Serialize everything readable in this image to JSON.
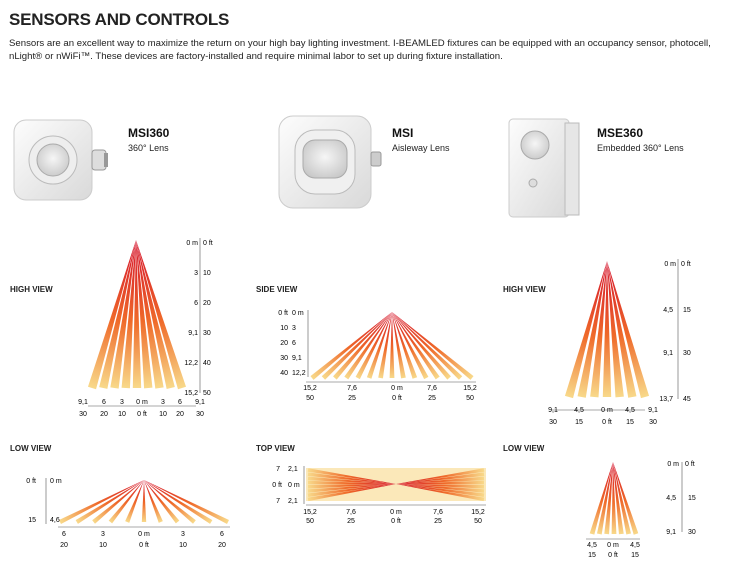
{
  "title": "SENSORS AND CONTROLS",
  "intro": "Sensors are an excellent way to maximize the return on your high bay lighting investment. I-BEAMLED fixtures can be equipped with an occupancy sensor, photocell, nLight® or nWiFi™. These devices are factory-installed and require minimal labor to set up during fixture installation.",
  "products": [
    {
      "name": "MSI360",
      "lens": "360° Lens"
    },
    {
      "name": "MSI",
      "lens": "Aisleway Lens"
    },
    {
      "name": "MSE360",
      "lens": "Embedded 360° Lens"
    }
  ],
  "views": {
    "high1": "HIGH VIEW",
    "side": "SIDE VIEW",
    "high3": "HIGH VIEW",
    "low1": "LOW VIEW",
    "top": "TOP VIEW",
    "low3": "LOW VIEW"
  },
  "colors": {
    "ray_dark": "#d4102a",
    "ray_mid": "#ef6a2a",
    "ray_light": "#f8d98a"
  },
  "diagrams": {
    "high1": {
      "v_m": [
        "0 m",
        "3",
        "6",
        "9,1",
        "12,2",
        "15,2"
      ],
      "v_ft": [
        "0 ft",
        "10",
        "20",
        "30",
        "40",
        "50"
      ],
      "h_m": [
        "9,1",
        "6",
        "3",
        "0 m",
        "3",
        "6",
        "9,1"
      ],
      "h_ft": [
        "30",
        "20",
        "10",
        "0 ft",
        "10",
        "20",
        "30"
      ]
    },
    "side": {
      "v_ft": [
        "0 ft",
        "10",
        "20",
        "30",
        "40"
      ],
      "v_m": [
        "0 m",
        "3",
        "6",
        "9,1",
        "12,2"
      ],
      "h_m": [
        "15,2",
        "7,6",
        "0 m",
        "7,6",
        "15,2"
      ],
      "h_ft": [
        "50",
        "25",
        "0 ft",
        "25",
        "50"
      ]
    },
    "high3": {
      "v_m": [
        "0 m",
        "4,5",
        "9,1",
        "13,7"
      ],
      "v_ft": [
        "0 ft",
        "15",
        "30",
        "45"
      ],
      "h_m": [
        "9,1",
        "4,5",
        "0 m",
        "4,5",
        "9,1"
      ],
      "h_ft": [
        "30",
        "15",
        "0 ft",
        "15",
        "30"
      ]
    },
    "low1": {
      "v_ft": [
        "0 ft",
        "15"
      ],
      "v_m": [
        "0 m",
        "4,6"
      ],
      "h_m": [
        "6",
        "3",
        "0 m",
        "3",
        "6"
      ],
      "h_ft": [
        "20",
        "10",
        "0 ft",
        "10",
        "20"
      ]
    },
    "top": {
      "v_ft": [
        "7",
        "0 ft",
        "7"
      ],
      "v_m": [
        "2,1",
        "0 m",
        "2,1"
      ],
      "h_m": [
        "15,2",
        "7,6",
        "0 m",
        "7,6",
        "15,2"
      ],
      "h_ft": [
        "50",
        "25",
        "0 ft",
        "25",
        "50"
      ]
    },
    "low3": {
      "v_m": [
        "0 m",
        "4,5",
        "9,1"
      ],
      "v_ft": [
        "0 ft",
        "15",
        "30"
      ],
      "h_m": [
        "4,5",
        "0 m",
        "4,5"
      ],
      "h_ft": [
        "15",
        "0 ft",
        "15"
      ]
    }
  }
}
